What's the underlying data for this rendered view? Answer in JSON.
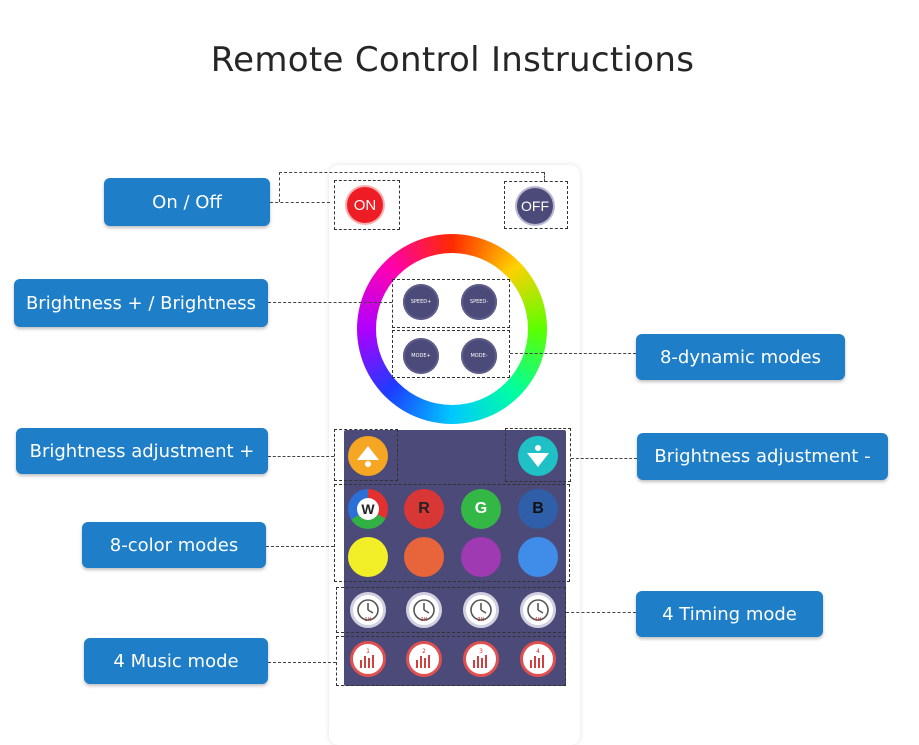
{
  "title": "Remote Control Instructions",
  "labels": {
    "on_off": "On / Off",
    "brightness": "Brightness + / Brightness",
    "dynamic_modes": "8-dynamic modes",
    "brightness_plus": "Brightness adjustment +",
    "brightness_minus": "Brightness adjustment -",
    "color_modes": "8-color modes",
    "timing_mode": "4 Timing mode",
    "music_mode": "4 Music mode"
  },
  "buttons": {
    "on": "ON",
    "off": "OFF",
    "speed_plus": "SPEED+",
    "speed_minus": "SPEED-",
    "mode_plus": "MODE+",
    "mode_minus": "MODE-",
    "white": "W",
    "red": "R",
    "green": "G",
    "blue": "B",
    "timers": [
      "1H",
      "2H",
      "3H",
      "4H"
    ],
    "music": [
      "1",
      "2",
      "3",
      "4"
    ]
  },
  "colors": {
    "label_bg": "#1e7ec8",
    "panel_bg": "#4b4a78",
    "on_red": "#ee1c24",
    "off_purple": "#4b4a78",
    "up_orange": "#f5a623",
    "down_teal": "#1fc1c7",
    "color_row2": [
      "#f2ef29",
      "#e8643a",
      "#a03ab2",
      "#3f8de8"
    ]
  }
}
